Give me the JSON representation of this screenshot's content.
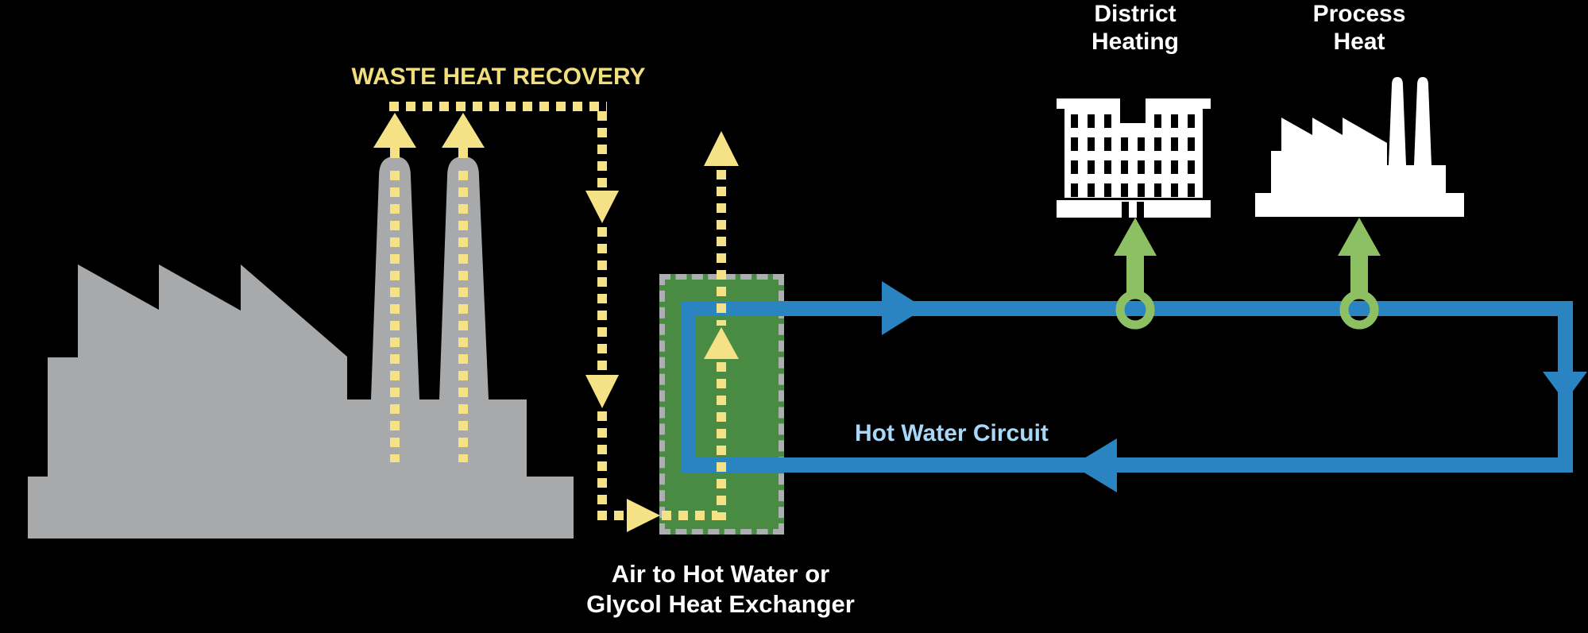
{
  "labels": {
    "waste_heat_recovery": "WASTE HEAT RECOVERY",
    "district_heating_line1": "District",
    "district_heating_line2": "Heating",
    "process_heat_line1": "Process",
    "process_heat_line2": "Heat",
    "hot_water_circuit": "Hot Water Circuit",
    "exchanger_line1": "Air to Hot Water or",
    "exchanger_line2": "Glycol Heat Exchanger"
  },
  "colors": {
    "background": "#000000",
    "factory_gray": "#A7A9AB",
    "waste_heat_yellow": "#F5E287",
    "waste_heat_text_yellow": "#F2DE7C",
    "exchanger_green": "#4A8B44",
    "exchanger_border_gray": "#ABAFAF",
    "pipe_blue": "#2B84C2",
    "connector_green": "#8DC063",
    "hot_water_text_blue": "#A8D8F8",
    "icon_white": "#FFFFFF"
  }
}
